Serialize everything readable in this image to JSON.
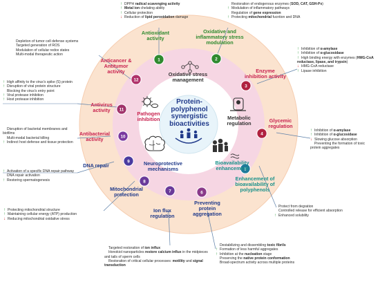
{
  "center": {
    "title": "Protein-polyphenol synergistic bioactivities"
  },
  "inner_labels": {
    "oxidative": "Oxidative stress management",
    "metabolic": "Metabolic regulation",
    "bioavailability": "Bioavailability enhancement",
    "neuroprotective": "Neuroprotective mechanisms",
    "pathogen": "Pathogen inhibition"
  },
  "nodes": [
    {
      "num": "1",
      "label": "Antioxidant activity",
      "color": "#2f8a2f"
    },
    {
      "num": "2",
      "label": "Oxidative and inflammatory stress modulation",
      "color": "#2f8a2f"
    },
    {
      "num": "3",
      "label": "Enzyme inhibition activity",
      "color": "#c8224f"
    },
    {
      "num": "4",
      "label": "Glycemic regulation",
      "color": "#c8224f"
    },
    {
      "num": "5",
      "label": "Enhancement of bioavailability of polyphenols",
      "color": "#18908a"
    },
    {
      "num": "6",
      "label": "Preventing protein aggregation",
      "color": "#203a8a"
    },
    {
      "num": "7",
      "label": "Ion flux regulation",
      "color": "#203a8a"
    },
    {
      "num": "8",
      "label": "Mitochondrial protection",
      "color": "#203a8a"
    },
    {
      "num": "9",
      "label": "DNA repair",
      "color": "#203a8a"
    },
    {
      "num": "10",
      "label": "Antibacterial activity",
      "color": "#c8224f"
    },
    {
      "num": "11",
      "label": "Antivirus activity",
      "color": "#c8224f"
    },
    {
      "num": "12",
      "label": "Anticancer & Antitumor activity",
      "color": "#c8224f"
    }
  ],
  "boxes": {
    "b1": [
      {
        "arrow": "up",
        "text": "DPPH ",
        "bold": "radical scavenging activity",
        "after": ""
      },
      {
        "arrow": "up",
        "text": "",
        "bold": "Metal ion",
        "after": " chelating ability"
      },
      {
        "arrow": "up",
        "text": "Cellular protection",
        "bold": "",
        "after": ""
      },
      {
        "arrow": "down",
        "text": "Reduction of ",
        "bold": "lipid peroxidation",
        "after": " damage"
      }
    ],
    "b2": [
      {
        "arrow": "",
        "text": "Restoration of endogenous enzymes (",
        "bold": "SOD, CAT, GSH-Px",
        "after": ")"
      },
      {
        "arrow": "up",
        "text": "Modulation of inflammatory pathways",
        "bold": "",
        "after": ""
      },
      {
        "arrow": "",
        "text": "Regulation of ",
        "bold": "gene expression",
        "after": ""
      },
      {
        "arrow": "up",
        "text": "Protecting ",
        "bold": "mitochondrial",
        "after": " fucntion and DNA"
      }
    ],
    "b3": [
      {
        "arrow": "up",
        "text": "Inhibition of ",
        "bold": "α-amylase",
        "after": ""
      },
      {
        "arrow": "up",
        "text": "Inhibition of ",
        "bold": "α-glucosidase",
        "after": ""
      },
      {
        "arrow": "up",
        "text": "High binding energy with enzymes (",
        "bold": "HMG-CoA reductase, lipase, and trypsin",
        "after": ")"
      },
      {
        "arrow": "down",
        "text": "HMG-CoA reductase",
        "bold": "",
        "after": ""
      },
      {
        "arrow": "up",
        "text": "Lipase inhibition",
        "bold": "",
        "after": ""
      }
    ],
    "b4": [
      {
        "arrow": "up",
        "text": "Inhibition of ",
        "bold": "α-amylase",
        "after": ""
      },
      {
        "arrow": "up",
        "text": "Inhibition of ",
        "bold": "α-glucosidase",
        "after": ""
      },
      {
        "arrow": "down",
        "text": "Slowing glucose absorption",
        "bold": "",
        "after": ""
      },
      {
        "arrow": "",
        "text": "Preventing the formation of toxic protein aggregates",
        "bold": "",
        "after": ""
      }
    ],
    "b5": [
      {
        "arrow": "",
        "text": "Protect from degration",
        "bold": "",
        "after": ""
      },
      {
        "arrow": "",
        "text": "Controlled release for efficient absorption",
        "bold": "",
        "after": ""
      },
      {
        "arrow": "up",
        "text": "Enhanced solubility",
        "bold": "",
        "after": ""
      }
    ],
    "b6": [
      {
        "arrow": "",
        "text": "Destabilizing and dissembling ",
        "bold": "toxic fibrils",
        "after": ""
      },
      {
        "arrow": "up",
        "text": "Formation of less harmful aggregates",
        "bold": "",
        "after": ""
      },
      {
        "arrow": "up",
        "text": "Inhibition at the ",
        "bold": "nucleation",
        "after": " stage"
      },
      {
        "arrow": "",
        "text": "Preserving the ",
        "bold": "native protein conformation",
        "after": ""
      },
      {
        "arrow": "",
        "text": "Broad-spectrum activity across multiple proteins",
        "bold": "",
        "after": ""
      }
    ],
    "b7": [
      {
        "arrow": "",
        "text": "Targeted restoration of ",
        "bold": "ion influx",
        "after": ""
      },
      {
        "arrow": "",
        "text": "Honokiol nanoparticles ",
        "bold": "restore calcium influx",
        "after": " in the midpieces and tails of sperm cells"
      },
      {
        "arrow": "",
        "text": "Restoration of critical cellular processes: ",
        "bold": "motility",
        "after": " and ",
        "bold2": "signal transduction"
      }
    ],
    "b8": [
      {
        "arrow": "up",
        "text": "Protecting mitochondrial structure",
        "bold": "",
        "after": ""
      },
      {
        "arrow": "up",
        "text": "Maintaining cellular energy (ATP) production",
        "bold": "",
        "after": ""
      },
      {
        "arrow": "down",
        "text": "Reducing mitochondrial oxidative stress",
        "bold": "",
        "after": ""
      }
    ],
    "b9": [
      {
        "arrow": "up",
        "text": "Activation of a specific DNA repair pathway",
        "bold": "",
        "after": ""
      },
      {
        "arrow": "",
        "text": "DNA repair activation",
        "bold": "",
        "after": ""
      },
      {
        "arrow": "up",
        "text": "Restoring spermatogenesis",
        "bold": "",
        "after": ""
      }
    ],
    "b10": [
      {
        "arrow": "",
        "text": "Disruption of bacterial membranes and biofilms",
        "bold": "",
        "after": ""
      },
      {
        "arrow": "",
        "text": "Multi-modal bacterial killing",
        "bold": "",
        "after": ""
      },
      {
        "arrow": "up",
        "text": "Indirect host defense and tissue protection",
        "bold": "",
        "after": ""
      }
    ],
    "b11": [
      {
        "arrow": "up",
        "text": "High affinity to the virus's spike (S) protein",
        "bold": "",
        "after": ""
      },
      {
        "arrow": "up",
        "text": "Disruption of viral protein structure",
        "bold": "",
        "after": ""
      },
      {
        "arrow": "",
        "text": "Blocking the virus's entry point",
        "bold": "",
        "after": ""
      },
      {
        "arrow": "up",
        "text": "Viral protease inhibition",
        "bold": "",
        "after": ""
      },
      {
        "arrow": "up",
        "text": "Host protease inhibition",
        "bold": "",
        "after": ""
      }
    ],
    "b12": [
      {
        "arrow": "",
        "text": "Depletion of tumor cell defense systems",
        "bold": "",
        "after": ""
      },
      {
        "arrow": "",
        "text": "Targeted generation of ROS",
        "bold": "",
        "after": ""
      },
      {
        "arrow": "",
        "text": "Modulation of cellular redox states",
        "bold": "",
        "after": ""
      },
      {
        "arrow": "",
        "text": "Multi-modal therapeutic action",
        "bold": "",
        "after": ""
      }
    ]
  },
  "colors": {
    "outer_ring": "#fbe3cf",
    "outer_ring_edge": "#f6cdb0",
    "pink_ring": "#f4c6d8",
    "center_ring": "#e8f4fa",
    "node_bg": "#6b0f3a",
    "node_green": "#2f8a2f",
    "node_red": "#c8224f",
    "node_purple": "#5a2a8a",
    "node_teal": "#1f7a9a",
    "callout_line": "#5c7fa8"
  },
  "icons": {
    "oxidative": "molecule-icon",
    "metabolic": "bacteria-microscope-icon",
    "bioavailability": "family-dna-icon",
    "neuroprotective": "brain-icon",
    "pathogen": "virus-bacteria-icon",
    "center": "hands-people-icon"
  }
}
